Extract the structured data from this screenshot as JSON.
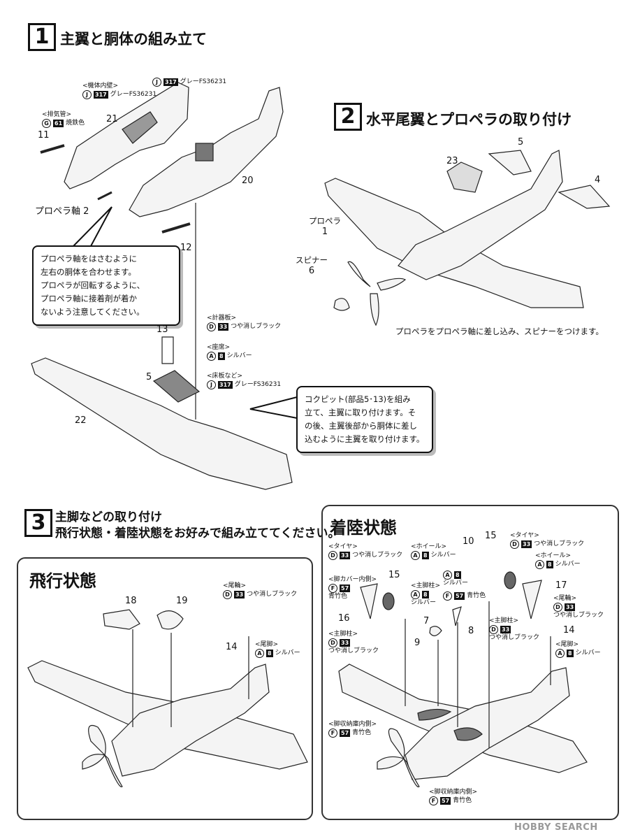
{
  "step1": {
    "number": "1",
    "title": "主翼と胴体の組み立て"
  },
  "step2": {
    "number": "2",
    "title": "水平尾翼とプロペラの取り付け"
  },
  "step3": {
    "number": "3",
    "title": "主脚などの取り付け",
    "subtitle": "飛行状態・着陸状態をお好みで組み立ててください。"
  },
  "panels": {
    "flight": "飛行状態",
    "landing": "着陸状態"
  },
  "callouts": {
    "propeller": [
      "プロペラ軸をはさむように",
      "左右の胴体を合わせます。",
      "プロペラが回転するように、",
      "プロペラ軸に接着剤が着か",
      "ないよう注意してください。"
    ],
    "cockpit": [
      "コクピット(部品5･13)を組み",
      "立て、主翼に取り付けます。そ",
      "の後、主翼後部から胴体に差し",
      "込むように主翼を取り付けます。"
    ]
  },
  "step2_caption": "プロペラをプロペラ軸に差し込み、スピナーをつけます。",
  "colors": {
    "gray": {
      "letter": "J",
      "code": "317",
      "name": "グレーFS36231"
    },
    "burnt_iron": {
      "letter": "G",
      "code": "61",
      "name": "焼鉄色"
    },
    "flat_black": {
      "letter": "D",
      "code": "33",
      "name": "つや消しブラック"
    },
    "silver": {
      "letter": "A",
      "code": "8",
      "name": "シルバー"
    },
    "aotake": {
      "letter": "F",
      "code": "57",
      "name": "青竹色"
    }
  },
  "labels": {
    "cabin_wall": "<機体内壁>",
    "exhaust": "<排気管>",
    "instrument": "<計器板>",
    "seat": "<座席>",
    "floor": "<床板など>",
    "tire": "<タイヤ>",
    "wheel": "<ホイール>",
    "leg_cover_inner": "<脚カバー内側>",
    "main_strut": "<主脚柱>",
    "tail_wheel": "<尾輪>",
    "tail_leg": "<尾脚>",
    "gear_bay_inner": "<脚収納庫内側>"
  },
  "parts": {
    "p1": "1",
    "p2": "2",
    "p4": "4",
    "p5": "5",
    "p6": "6",
    "p7": "7",
    "p8": "8",
    "p9": "9",
    "p10": "10",
    "p11": "11",
    "p12": "12",
    "p13": "13",
    "p14": "14",
    "p15": "15",
    "p16": "16",
    "p17": "17",
    "p18": "18",
    "p19": "19",
    "p20": "20",
    "p21": "21",
    "p22": "22",
    "p23": "23",
    "propeller_shaft": "プロペラ軸",
    "propeller": "プロペラ",
    "spinner": "スピナー"
  },
  "watermark": "HOBBY SEARCH"
}
